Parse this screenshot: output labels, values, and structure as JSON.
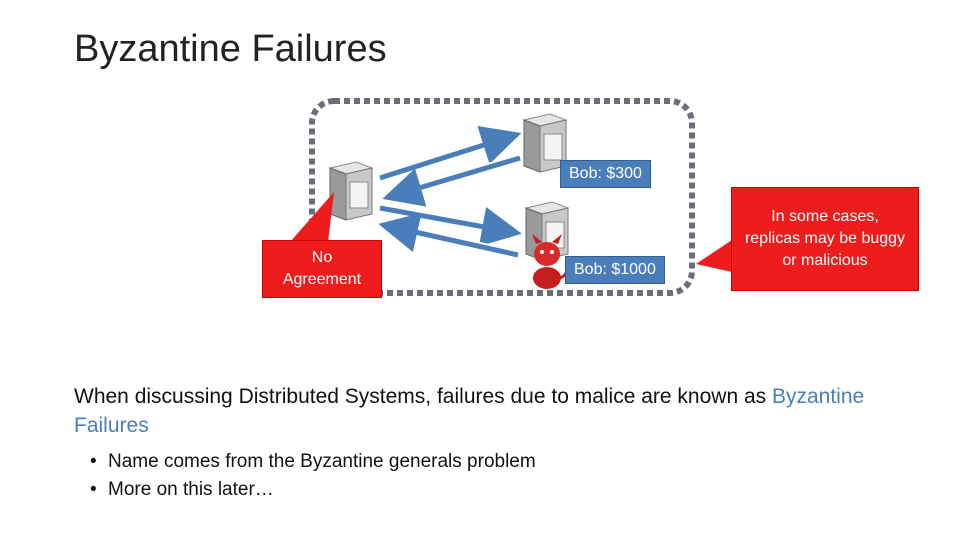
{
  "slide": {
    "title": "Byzantine Failures",
    "server_top_label": "Bob: $300",
    "server_bottom_label": "Bob: $1000",
    "callout_left": "No Agreement",
    "callout_right": "In some cases, replicas may be buggy or malicious",
    "body_main": "When discussing Distributed Systems, failures due to malice are known as ",
    "body_accent": "Byzantine Failures",
    "bullets": [
      "Name comes from the Byzantine generals problem",
      "More on this later…"
    ],
    "bullet_glyph": "•",
    "accent_color": "#4a7ebb",
    "callout_color": "#ee1c1c"
  }
}
